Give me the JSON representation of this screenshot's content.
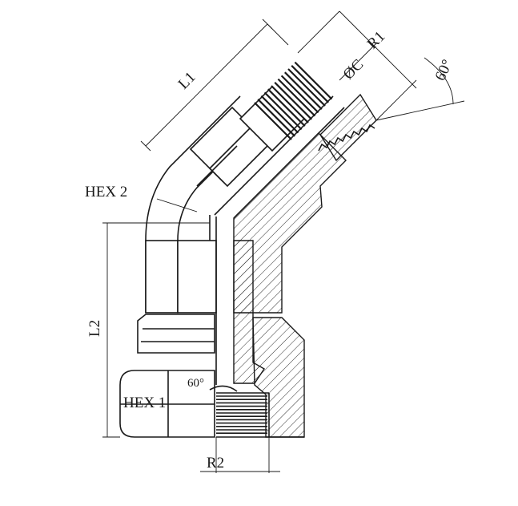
{
  "labels": {
    "l1": "L1",
    "r1": "R1",
    "diameter_c": "ØC",
    "angle_top": "60°",
    "hex2": "HEX 2",
    "l2": "L2",
    "angle_bottom": "60°",
    "hex1": "HEX 1",
    "r2": "R2"
  },
  "colors": {
    "line": "#1a1a1a",
    "background": "#ffffff"
  }
}
